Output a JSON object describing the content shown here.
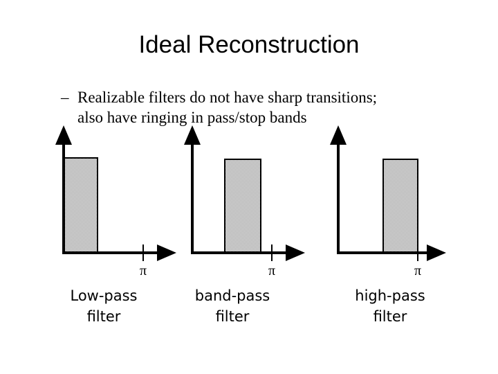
{
  "slide": {
    "title": "Ideal Reconstruction",
    "background_color": "#ffffff",
    "text_color": "#000000"
  },
  "body": {
    "bullet_marker": "–",
    "line1": "Realizable filters do not have sharp transitions;",
    "line2": "also have ringing in pass/stop bands"
  },
  "chart_data": [
    {
      "type": "bar",
      "title": "Low-pass filter",
      "caption_line1": "Low-pass",
      "caption_line2": "filter",
      "xlabel": "",
      "ylabel": "",
      "xticks": [
        "π"
      ],
      "xtick_values": [
        3.14159
      ],
      "xlim": [
        0,
        4.4
      ],
      "ylim": [
        0,
        1.2
      ],
      "grid": false,
      "legend": null,
      "axis_style": "arrow-axes",
      "passband": {
        "start": 0.0,
        "end": 1.05,
        "height": 1.0
      },
      "fill": "hatch-gray",
      "fill_color": "#c8c8c8",
      "edge_color": "#000000"
    },
    {
      "type": "bar",
      "title": "band-pass filter",
      "caption_line1": "band-pass",
      "caption_line2": "filter",
      "xlabel": "",
      "ylabel": "",
      "xticks": [
        "π"
      ],
      "xtick_values": [
        3.14159
      ],
      "xlim": [
        0,
        4.4
      ],
      "ylim": [
        0,
        1.2
      ],
      "grid": false,
      "legend": null,
      "axis_style": "arrow-axes",
      "passband": {
        "start": 1.0,
        "end": 2.1,
        "height": 1.0
      },
      "fill": "hatch-gray",
      "fill_color": "#c8c8c8",
      "edge_color": "#000000"
    },
    {
      "type": "bar",
      "title": "high-pass filter",
      "caption_line1": "high-pass",
      "caption_line2": "filter",
      "xlabel": "",
      "ylabel": "",
      "xticks": [
        "π"
      ],
      "xtick_values": [
        3.14159
      ],
      "xlim": [
        0,
        4.4
      ],
      "ylim": [
        0,
        1.2
      ],
      "grid": false,
      "legend": null,
      "axis_style": "arrow-axes",
      "passband": {
        "start": 2.05,
        "end": 3.14159,
        "height": 1.0
      },
      "fill": "hatch-gray",
      "fill_color": "#c8c8c8",
      "edge_color": "#000000"
    }
  ],
  "pi_labels": {
    "chart1": "π",
    "chart2": "π",
    "chart3": "π"
  }
}
